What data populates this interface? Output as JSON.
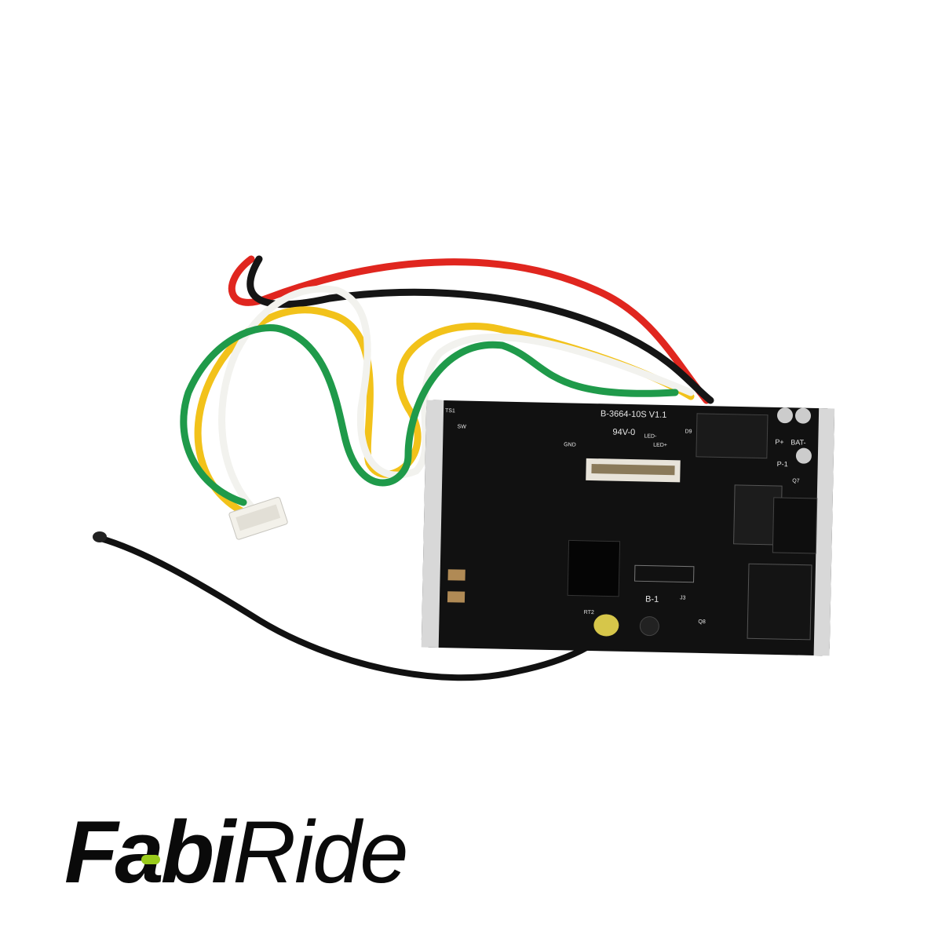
{
  "product_photo": {
    "board": {
      "model_label": "B-3664-10S V1.1",
      "rating_label": "94V-0",
      "connector_label": "B-1",
      "pad_labels": [
        "P+",
        "BAT-",
        "P-1"
      ],
      "misc_labels": [
        "TS1",
        "SW",
        "GND",
        "LED-",
        "LED+",
        "D9",
        "Q7",
        "Q8",
        "J3",
        "RT2"
      ],
      "color": "#111111"
    },
    "wire_colors": {
      "red": "#e0261f",
      "black": "#111111",
      "yellow": "#f2c21a",
      "white": "#f4f4f0",
      "green": "#1f9a4a"
    }
  },
  "logo": {
    "bold_part": "Fabi",
    "thin_part": "Ride",
    "accent_color": "#9acb1c"
  }
}
